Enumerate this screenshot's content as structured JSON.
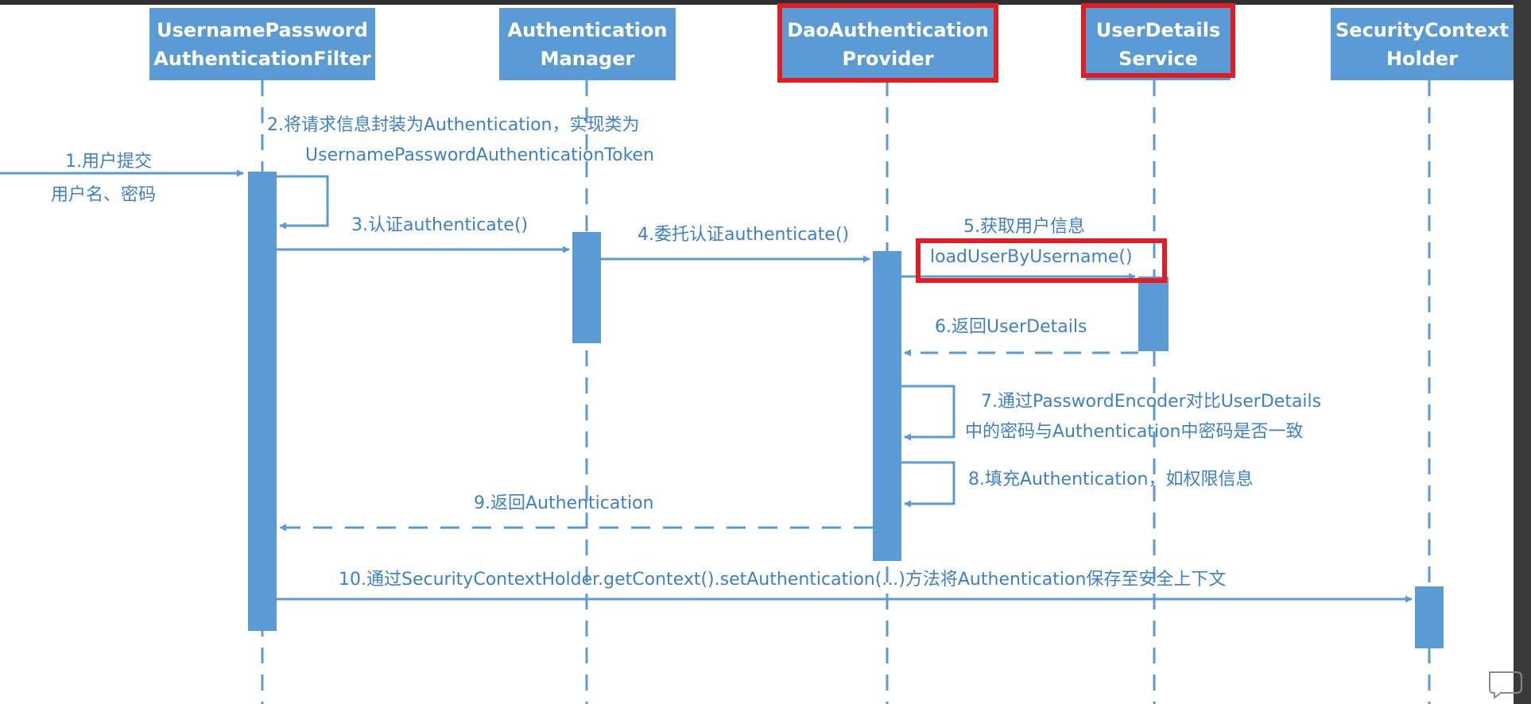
{
  "participants": [
    {
      "id": "filter",
      "lines": [
        "UsernamePassword",
        "AuthenticationFilter"
      ]
    },
    {
      "id": "manager",
      "lines": [
        "Authentication",
        "Manager"
      ]
    },
    {
      "id": "provider",
      "lines": [
        "DaoAuthentication",
        "Provider"
      ]
    },
    {
      "id": "userdetails",
      "lines": [
        "UserDetails",
        "Service"
      ]
    },
    {
      "id": "context",
      "lines": [
        "SecurityContext",
        "Holder"
      ]
    }
  ],
  "messages": {
    "m1": {
      "line1": "1.用户提交",
      "line2": "用户名、密码"
    },
    "m2": {
      "line1": "2.将请求信息封装为Authentication，实现类为",
      "line2": "UsernamePasswordAuthenticationToken"
    },
    "m3": "3.认证authenticate()",
    "m4": "4.委托认证authenticate()",
    "m5": {
      "line1": "5.获取用户信息",
      "line2": "loadUserByUsername()"
    },
    "m6": "6.返回UserDetails",
    "m7": {
      "line1": "7.通过PasswordEncoder对比UserDetails",
      "line2": "中的密码与Authentication中密码是否一致"
    },
    "m8": "8.填充Authentication，如权限信息",
    "m9": "9.返回Authentication",
    "m10": "10.通过SecurityContextHolder.getContext().setAuthentication(...)方法将Authentication保存至安全上下文"
  },
  "colors": {
    "accent": "#5b9bd5",
    "text": "#3c80c8",
    "highlight": "#e31b23"
  }
}
